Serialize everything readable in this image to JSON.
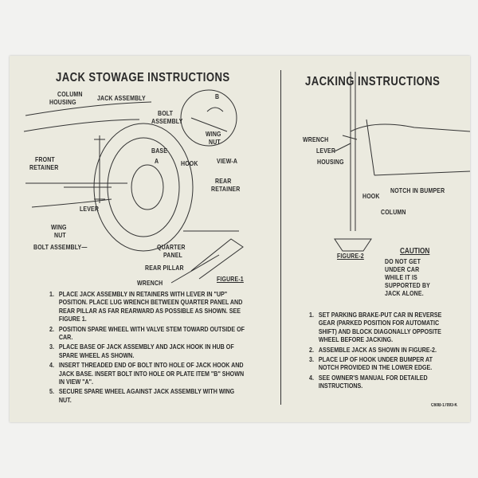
{
  "left": {
    "title": "JACK STOWAGE INSTRUCTIONS",
    "labels": {
      "column": "COLUMN",
      "housing": "HOUSING",
      "jack_assembly": "JACK ASSEMBLY",
      "bolt": "BOLT",
      "assembly": "ASSEMBLY",
      "b": "B",
      "wing": "WING",
      "nut": "NUT",
      "front": "FRONT",
      "retainer": "RETAINER",
      "base": "BASE",
      "a": "A",
      "hook": "HOOK",
      "view_a": "VIEW-A",
      "rear": "REAR",
      "rear_retainer": "RETAINER",
      "lever": "LEVER",
      "wing2": "WING",
      "nut2": "NUT",
      "bolt_assembly": "BOLT ASSEMBLY—",
      "quarter": "QUARTER",
      "panel": "PANEL",
      "rear_pillar": "REAR PILLAR",
      "wrench": "WRENCH",
      "figure": "FIGURE-1"
    },
    "steps": [
      {
        "n": "1.",
        "text": "PLACE JACK ASSEMBLY IN RETAINERS WITH LEVER IN \"UP\" POSITION. PLACE LUG WRENCH BETWEEN QUARTER PANEL AND REAR PILLAR AS FAR REARWARD AS POSSIBLE AS SHOWN. SEE FIGURE 1."
      },
      {
        "n": "2.",
        "text": "POSITION SPARE WHEEL WITH VALVE STEM TOWARD OUTSIDE OF CAR."
      },
      {
        "n": "3.",
        "text": "PLACE BASE OF JACK ASSEMBLY AND JACK HOOK IN HUB OF SPARE WHEEL AS SHOWN."
      },
      {
        "n": "4.",
        "text": "INSERT THREADED END OF BOLT INTO HOLE OF JACK HOOK AND JACK BASE. INSERT BOLT INTO HOLE OR PLATE ITEM \"B\" SHOWN IN VIEW \"A\"."
      },
      {
        "n": "5.",
        "text": "SECURE SPARE WHEEL AGAINST JACK ASSEMBLY WITH WING NUT."
      }
    ]
  },
  "right": {
    "title": "JACKING INSTRUCTIONS",
    "labels": {
      "wrench": "WRENCH",
      "lever": "LEVER",
      "housing": "HOUSING",
      "hook": "HOOK",
      "notch": "NOTCH IN BUMPER",
      "column": "COLUMN",
      "figure": "FIGURE-2"
    },
    "caution_title": "CAUTION",
    "caution_text": "DO NOT GET UNDER CAR WHILE IT IS SUPPORTED BY JACK ALONE.",
    "steps": [
      {
        "n": "1.",
        "text": "SET PARKING BRAKE-PUT CAR IN REVERSE GEAR (PARKED POSITION FOR AUTOMATIC SHIFT) AND BLOCK DIAGONALLY OPPOSITE WHEEL BEFORE JACKING."
      },
      {
        "n": "2.",
        "text": "ASSEMBLE JACK AS SHOWN IN FIGURE-2."
      },
      {
        "n": "3.",
        "text": "PLACE LIP OF HOOK UNDER BUMPER AT NOTCH PROVIDED IN THE LOWER EDGE."
      },
      {
        "n": "4.",
        "text": "SEE OWNER'S MANUAL FOR DETAILED INSTRUCTIONS."
      }
    ],
    "part_number": "C60B-17093-K"
  }
}
